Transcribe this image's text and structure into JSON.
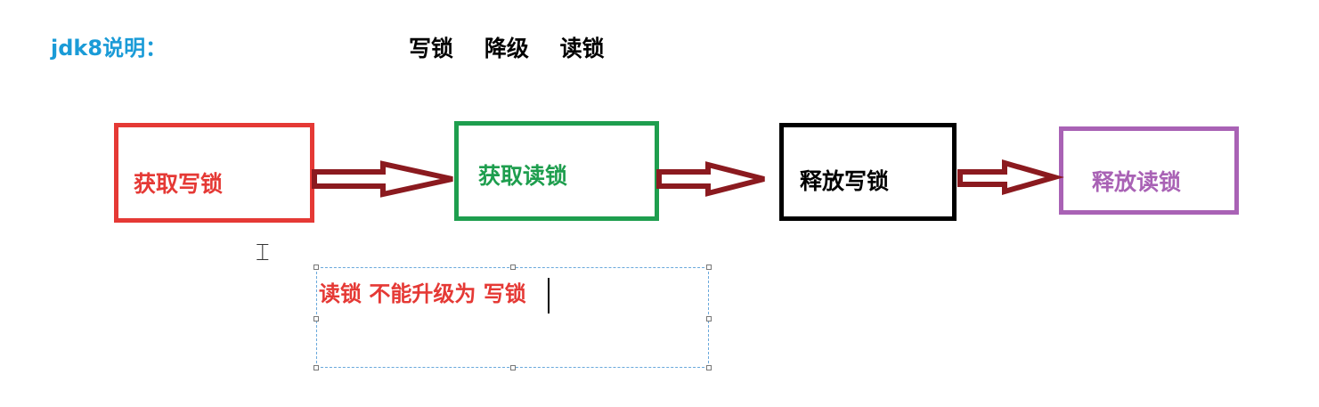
{
  "title": {
    "text": "jdk8说明：",
    "color": "#1a9bd7"
  },
  "heading": "写锁    降级    读锁",
  "boxes": [
    {
      "label": "获取写锁",
      "color": "#e53935",
      "text_color": "#e53935"
    },
    {
      "label": "获取读锁",
      "color": "#1e9e4e",
      "text_color": "#1e9e4e"
    },
    {
      "label": "释放写锁",
      "color": "#000000",
      "text_color": "#000000"
    },
    {
      "label": "释放读锁",
      "color": "#a962b5",
      "text_color": "#a962b5"
    }
  ],
  "arrow_color": "#8b1a1f",
  "note": {
    "text": "读锁 不能升级为 写锁",
    "color": "#e53935"
  }
}
